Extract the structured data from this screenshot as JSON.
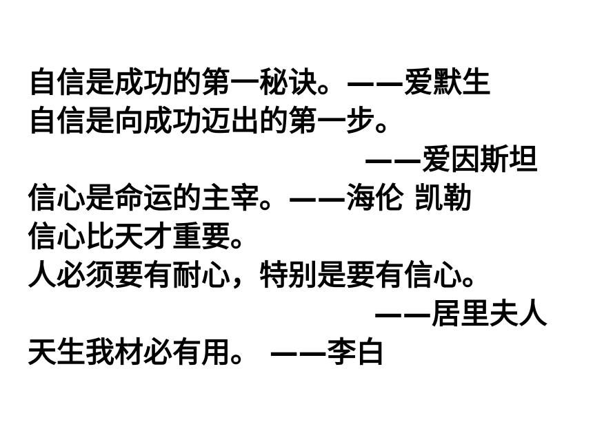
{
  "quotes": {
    "line1": "自信是成功的第一秘诀。——爱默生",
    "line2": "自信是向成功迈出的第一步。",
    "line3": "——爱因斯坦",
    "line4": "信心是命运的主宰。——海伦 凯勒",
    "line5": "信心比天才重要。",
    "line6": "人必须要有耐心，特别是要有信心。",
    "line7": "——居里夫人",
    "line8": "天生我材必有用。 ——李白"
  }
}
